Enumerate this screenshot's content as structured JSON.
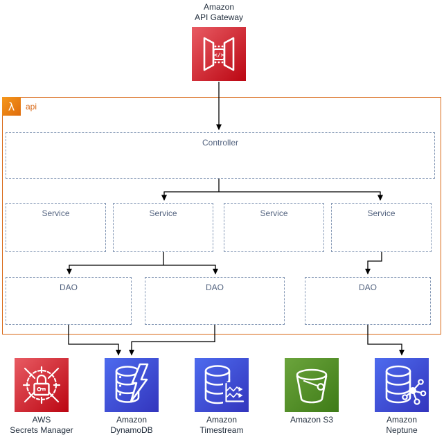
{
  "header": {
    "api_gateway_title": "Amazon\nAPI Gateway"
  },
  "lambda_group": {
    "label": "api"
  },
  "boxes": {
    "controller": "Controller",
    "services": [
      "Service",
      "Service",
      "Service",
      "Service"
    ],
    "daos": [
      "DAO",
      "DAO",
      "DAO"
    ]
  },
  "aws_services": [
    {
      "name": "AWS\nSecrets Manager",
      "icon": "secrets-manager-icon"
    },
    {
      "name": "Amazon\nDynamoDB",
      "icon": "dynamodb-icon"
    },
    {
      "name": "Amazon\nTimestream",
      "icon": "timestream-icon"
    },
    {
      "name": "Amazon S3",
      "icon": "s3-icon"
    },
    {
      "name": "Amazon\nNeptune",
      "icon": "neptune-icon"
    }
  ],
  "icons": {
    "api_gateway_glyph": "</>",
    "lambda_glyph": "λ"
  },
  "colors": {
    "red_start": "#E85B63",
    "red_end": "#BB0612",
    "blue_start": "#4D6BEE",
    "blue_end": "#3335BD",
    "green_start": "#6BA43C",
    "green_end": "#3E7B17",
    "orange_start": "#F5981D",
    "orange_end": "#DF6C0C",
    "group_border": "#D86613",
    "dashed_border": "#8296B4",
    "box_label": "#53637F",
    "connector": "#000000"
  }
}
